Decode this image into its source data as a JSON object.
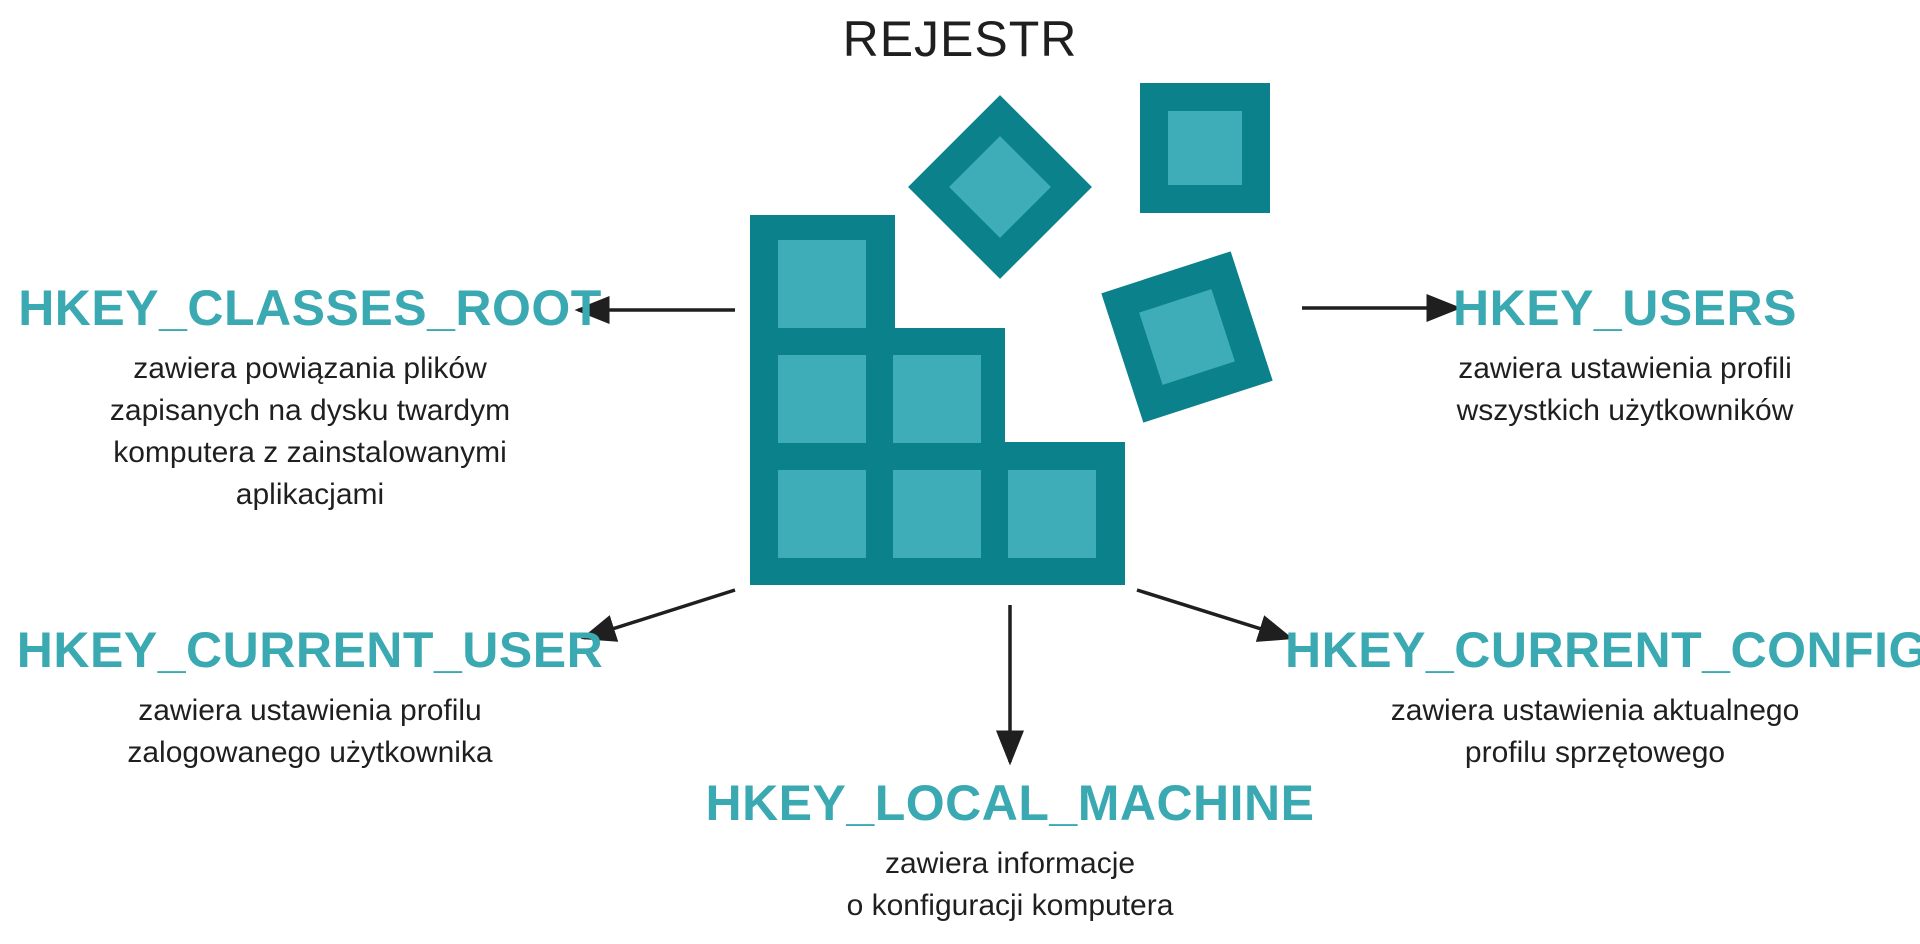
{
  "title": "REJESTR",
  "colors": {
    "accent": "#3aa9b2",
    "dark_teal": "#0b818b",
    "light_teal": "#3eadb7",
    "arrow": "#1f1f1f",
    "text": "#1f1f1f"
  },
  "icon": "windows-registry-icon",
  "keys": {
    "classes_root": {
      "name": "HKEY_CLASSES_ROOT",
      "desc": [
        "zawiera powiązania plików",
        "zapisanych na dysku twardym",
        "komputera z zainstalowanymi",
        "aplikacjami"
      ]
    },
    "users": {
      "name": "HKEY_USERS",
      "desc": [
        "zawiera ustawienia profili",
        "wszystkich użytkowników"
      ]
    },
    "current_user": {
      "name": "HKEY_CURRENT_USER",
      "desc": [
        "zawiera ustawienia profilu",
        "zalogowanego użytkownika"
      ]
    },
    "current_config": {
      "name": "HKEY_CURRENT_CONFIG",
      "desc": [
        "zawiera ustawienia aktualnego",
        "profilu sprzętowego"
      ]
    },
    "local_machine": {
      "name": "HKEY_LOCAL_MACHINE",
      "desc": [
        "zawiera informacje",
        "o konfiguracji komputera"
      ]
    }
  }
}
